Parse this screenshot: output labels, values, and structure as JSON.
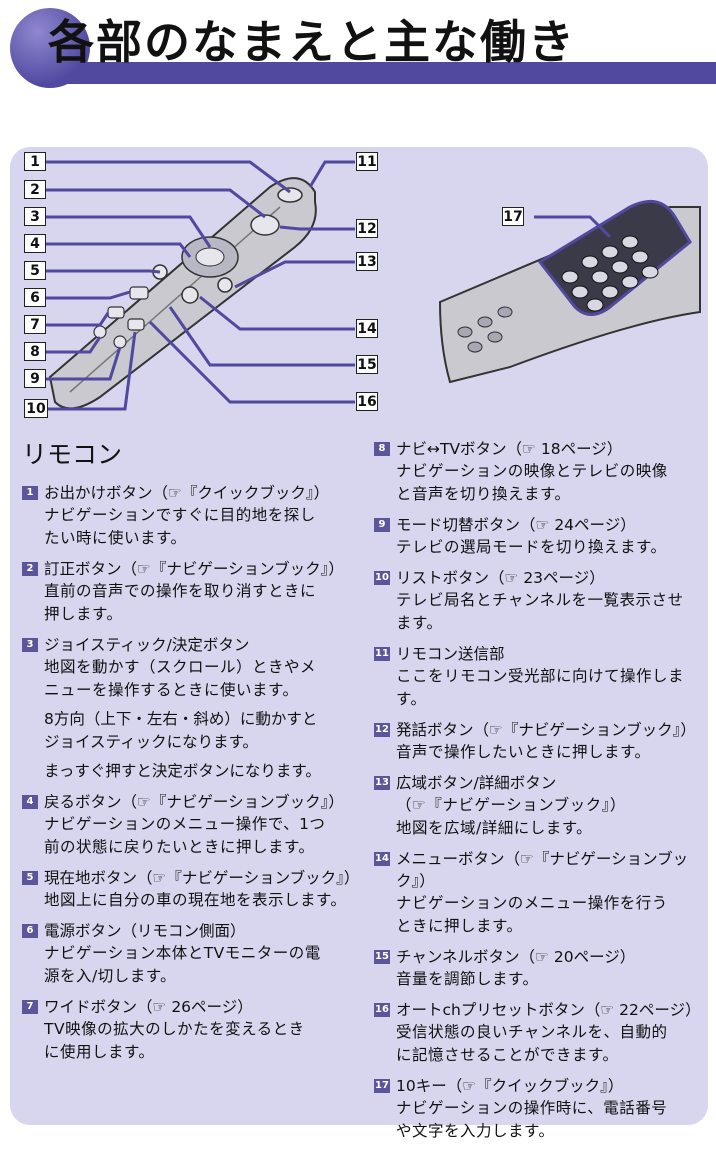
{
  "header": {
    "title": "各部のなまえと主な働き"
  },
  "section": {
    "title": "リモコン"
  },
  "callouts": [
    "1",
    "2",
    "3",
    "4",
    "5",
    "6",
    "7",
    "8",
    "9",
    "10",
    "11",
    "12",
    "13",
    "14",
    "15",
    "16",
    "17"
  ],
  "items_left": [
    {
      "num": "1",
      "head": "お出かけボタン（☞『クイックブック』）",
      "desc": [
        "ナビゲーションですぐに目的地を探し",
        "たい時に使います。"
      ]
    },
    {
      "num": "2",
      "head": "訂正ボタン（☞『ナビゲーションブック』）",
      "desc": [
        "直前の音声での操作を取り消すときに",
        "押します。"
      ]
    },
    {
      "num": "3",
      "head": "ジョイスティック/決定ボタン",
      "desc": [
        "地図を動かす（スクロール）ときやメ",
        "ニューを操作するときに使います。"
      ],
      "extra": [
        [
          "8方向（上下・左右・斜め）に動かすと",
          "ジョイスティックになります。"
        ],
        [
          "まっすぐ押すと決定ボタンになります。"
        ]
      ]
    },
    {
      "num": "4",
      "head": "戻るボタン（☞『ナビゲーションブック』）",
      "desc": [
        "ナビゲーションのメニュー操作で、1つ",
        "前の状態に戻りたいときに押します。"
      ]
    },
    {
      "num": "5",
      "head": "現在地ボタン（☞『ナビゲーションブック』）",
      "desc": [
        "地図上に自分の車の現在地を表示します。"
      ]
    },
    {
      "num": "6",
      "head": "電源ボタン（リモコン側面）",
      "desc": [
        "ナビゲーション本体とTVモニターの電",
        "源を入/切します。"
      ]
    },
    {
      "num": "7",
      "head": "ワイドボタン（☞ 26ページ）",
      "desc": [
        "TV映像の拡大のしかたを変えるとき",
        "に使用します。"
      ]
    }
  ],
  "items_right": [
    {
      "num": "8",
      "head": "ナビ↔TVボタン（☞ 18ページ）",
      "desc": [
        "ナビゲーションの映像とテレビの映像",
        "と音声を切り換えます。"
      ]
    },
    {
      "num": "9",
      "head": "モード切替ボタン（☞ 24ページ）",
      "desc": [
        "テレビの選局モードを切り換えます。"
      ]
    },
    {
      "num": "10",
      "head": "リストボタン（☞ 23ページ）",
      "desc": [
        "テレビ局名とチャンネルを一覧表示させ",
        "ます。"
      ]
    },
    {
      "num": "11",
      "head": "リモコン送信部",
      "desc": [
        "ここをリモコン受光部に向けて操作します。"
      ]
    },
    {
      "num": "12",
      "head": "発話ボタン（☞『ナビゲーションブック』）",
      "desc": [
        "音声で操作したいときに押します。"
      ]
    },
    {
      "num": "13",
      "head": "広域ボタン/詳細ボタン",
      "desc": [
        "（☞『ナビゲーションブック』）",
        "地図を広域/詳細にします。"
      ]
    },
    {
      "num": "14",
      "head": "メニューボタン（☞『ナビゲーションブック』）",
      "desc": [
        "ナビゲーションのメニュー操作を行う",
        "ときに押します。"
      ]
    },
    {
      "num": "15",
      "head": "チャンネルボタン（☞ 20ページ）",
      "desc": [
        "音量を調節します。"
      ]
    },
    {
      "num": "16",
      "head": "オートchプリセットボタン（☞ 22ページ）",
      "desc": [
        "受信状態の良いチャンネルを、自動的",
        "に記憶させることができます。"
      ]
    },
    {
      "num": "17",
      "head": "10キー（☞『クイックブック』）",
      "desc": [
        "ナビゲーションの操作時に、電話番号",
        "や文字を入力します。"
      ]
    }
  ],
  "colors": {
    "accent": "#51499f",
    "panel": "#d8d6ee",
    "badge": "#5b5599"
  }
}
